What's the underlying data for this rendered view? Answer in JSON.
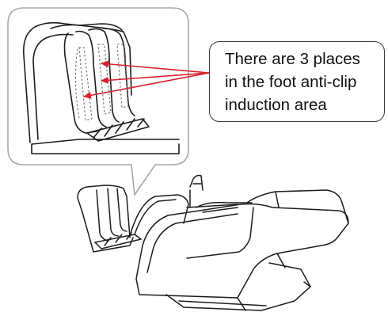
{
  "callout": {
    "lines": [
      "There are 3 places",
      "in the foot anti-clip",
      "induction area"
    ]
  },
  "colors": {
    "arrow": "#d8202e",
    "line_art": "#1c1c1c",
    "bubble_border": "#a8a8a8",
    "dotted_outline": "#6e6e6e"
  },
  "markers": {
    "count": 3
  }
}
